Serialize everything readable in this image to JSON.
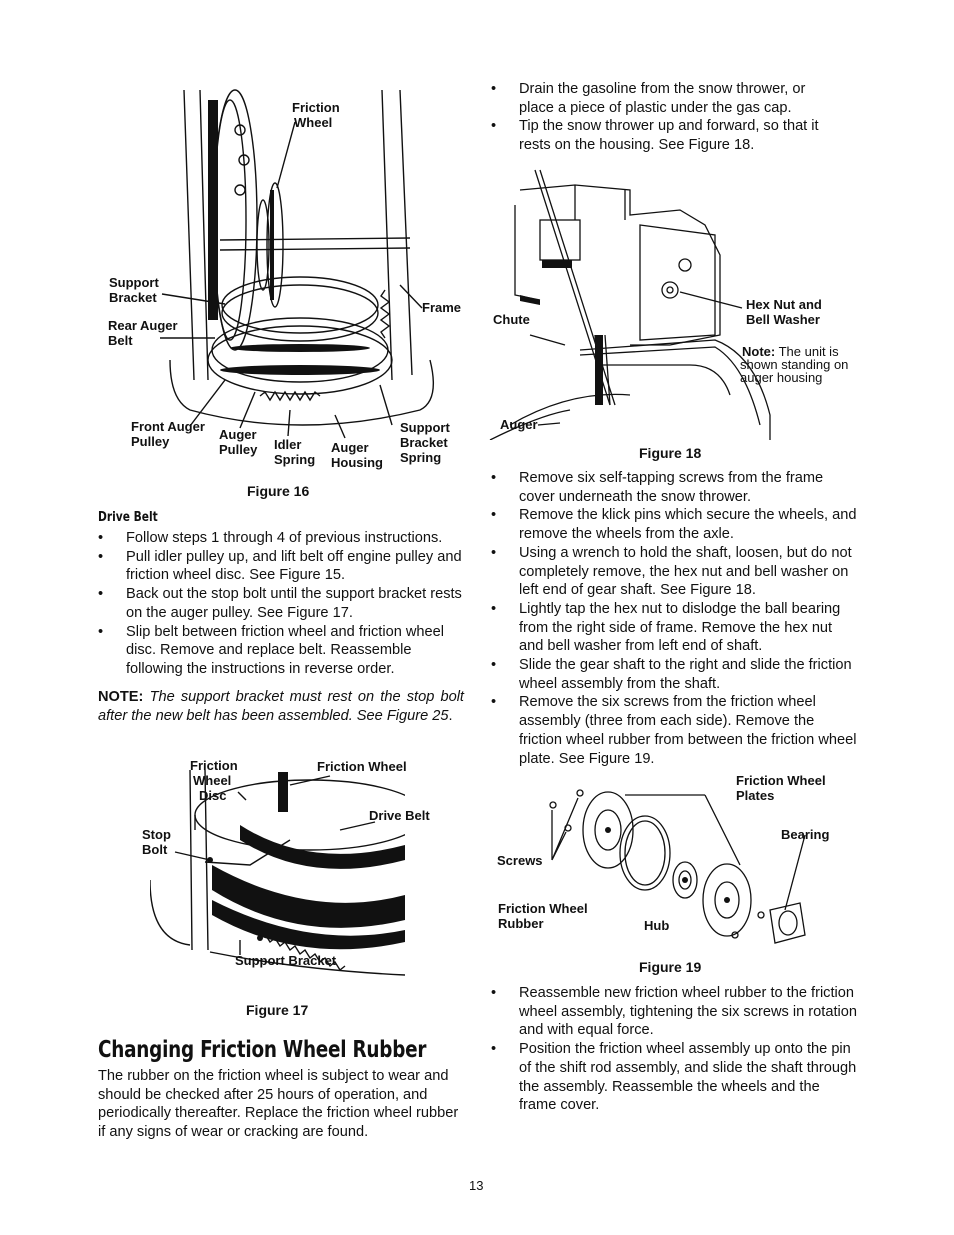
{
  "figure16": {
    "caption": "Figure 16",
    "labels": {
      "friction_wheel": [
        "Friction",
        "Wheel"
      ],
      "support_bracket": [
        "Support",
        "Bracket"
      ],
      "frame": "Frame",
      "rear_auger_belt": [
        "Rear Auger",
        "Belt"
      ],
      "front_auger_pulley": [
        "Front Auger",
        "Pulley"
      ],
      "auger_pulley": [
        "Auger",
        "Pulley"
      ],
      "idler_spring": [
        "Idler",
        "Spring"
      ],
      "auger_housing": [
        "Auger",
        "Housing"
      ],
      "support_bracket_spring": [
        "Support",
        "Bracket",
        "Spring"
      ]
    }
  },
  "drive_belt": {
    "heading": "Drive Belt",
    "bullets": [
      "Follow steps 1 through 4 of previous instructions.",
      "Pull idler pulley up, and lift belt off engine pulley and friction wheel disc. See Figure 15.",
      "Back out the stop bolt until the support bracket rests on the auger pulley. See Figure 17.",
      "Slip belt between friction wheel and friction wheel disc. Remove and replace belt. Reassemble following the instructions in reverse order."
    ],
    "note_label": "NOTE:",
    "note_text": "The support bracket must rest on the stop bolt after the new belt has been assembled. See Figure 25",
    "note_end": "."
  },
  "figure17": {
    "caption": "Figure 17",
    "labels": {
      "friction_wheel_disc": [
        "Friction",
        "Wheel",
        "Disc"
      ],
      "friction_wheel": "Friction Wheel",
      "drive_belt": "Drive Belt",
      "stop_bolt": [
        "Stop",
        "Bolt"
      ],
      "support_bracket": "Support Bracket"
    }
  },
  "changing": {
    "heading": "Changing Friction Wheel Rubber",
    "text": "The rubber on the friction wheel is subject to wear and should be checked after 25 hours of operation, and periodically thereafter. Replace the friction wheel rubber if any signs of wear or cracking are found."
  },
  "right_bullets_top": [
    "Drain the gasoline from the snow thrower, or place a piece of plastic under the gas cap.",
    "Tip the snow thrower up and forward, so that it rests on the housing. See Figure 18."
  ],
  "figure18": {
    "caption": "Figure 18",
    "labels": {
      "chute": "Chute",
      "auger": "Auger",
      "hex_nut": [
        "Hex Nut and",
        "Bell Washer"
      ],
      "note_label": "Note:",
      "note_text_1": " The unit is",
      "note_text_2": "shown standing on",
      "note_text_3": "auger housing"
    }
  },
  "right_bullets_mid": [
    "Remove six self-tapping screws from the frame cover underneath the snow thrower.",
    "Remove the klick pins which secure the wheels, and remove the wheels from the axle.",
    "Using a wrench to hold the shaft, loosen, but do not completely remove, the hex nut and bell washer on left end of gear shaft. See Figure 18.",
    "Lightly tap the hex nut to dislodge the ball bearing from the right side of frame. Remove the hex nut and bell washer from left end of shaft.",
    "Slide the gear shaft to the right and slide the friction wheel assembly from the shaft.",
    "Remove the six screws from the friction wheel assembly (three from each side). Remove the friction wheel rubber from between the friction wheel plate. See Figure 19."
  ],
  "figure19": {
    "caption": "Figure 19",
    "labels": {
      "plates": [
        "Friction Wheel",
        "Plates"
      ],
      "bearing": "Bearing",
      "screws": "Screws",
      "rubber": [
        "Friction Wheel",
        "Rubber"
      ],
      "hub": "Hub"
    }
  },
  "right_bullets_bottom": [
    "Reassemble new friction wheel rubber to the friction wheel assembly, tightening the six screws in rotation and with equal force.",
    "Position the friction wheel assembly up onto the pin of the shift rod assembly, and slide the shaft through the assembly. Reassemble the wheels and the frame cover."
  ],
  "page_number": "13"
}
